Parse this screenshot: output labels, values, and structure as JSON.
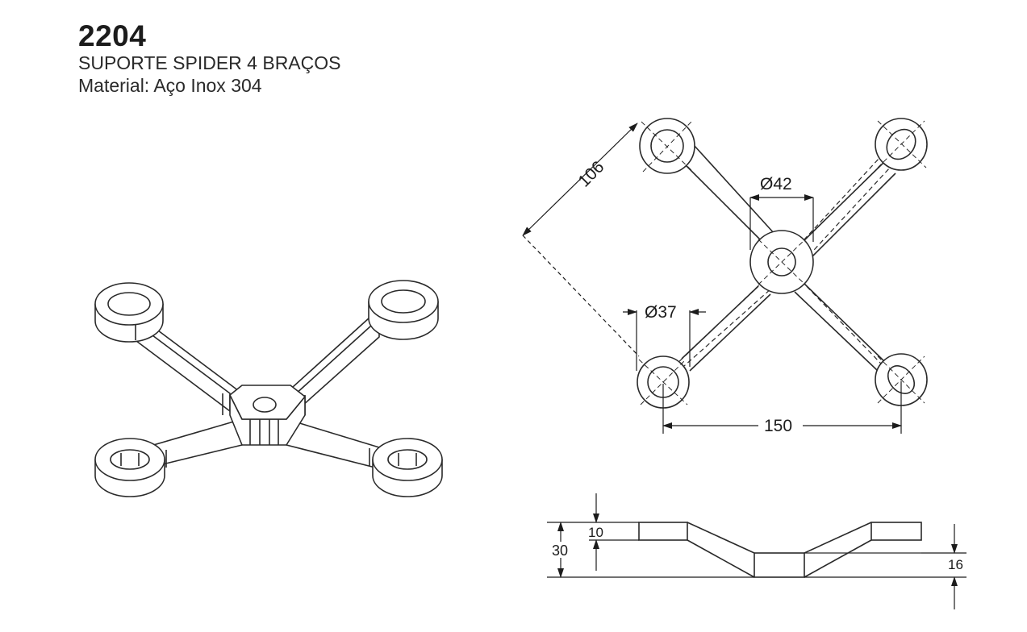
{
  "header": {
    "code": "2204",
    "title": "SUPORTE SPIDER 4 BRAÇOS",
    "material": "Material: Aço Inox 304"
  },
  "top_view": {
    "dim_diagonal": "106",
    "dim_center_diameter": "Ø42",
    "dim_end_diameter": "Ø37",
    "dim_spacing": "150"
  },
  "side_view": {
    "dim_thickness": "10",
    "dim_total_height": "30",
    "dim_offset": "16"
  },
  "colors": {
    "line": "#2a2a2a",
    "background": "#ffffff"
  }
}
